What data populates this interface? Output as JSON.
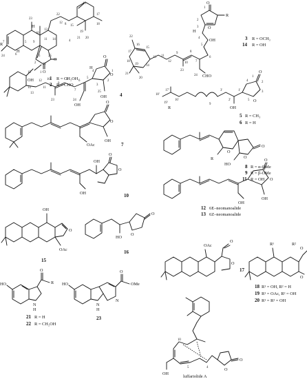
{
  "structures": [
    {
      "key": "s1",
      "number_labels": [
        "23",
        "22",
        "16",
        "17",
        "10",
        "13",
        "12",
        "15",
        "19",
        "18",
        "20",
        "5",
        "9",
        "11",
        "21",
        "14",
        "7",
        "6",
        "25",
        "3",
        "24",
        "2",
        "1",
        "4",
        "8"
      ],
      "atom_labels": [
        "R",
        "H",
        "H",
        "O",
        "O"
      ],
      "captions": [
        {
          "id": "1",
          "sub": "R = CH₂OH"
        },
        {
          "id": "2",
          "sub": "R = CHO"
        }
      ]
    },
    {
      "key": "s3",
      "number_labels": [
        "1",
        "2",
        "3",
        "4",
        "5",
        "16",
        "17",
        "15",
        "14",
        "18",
        "19",
        "13",
        "9",
        "8",
        "7",
        "6",
        "21",
        "20",
        "23",
        "24",
        "11",
        "12",
        "10",
        "22"
      ],
      "atom_labels": [
        "O",
        "O",
        "R",
        "OH",
        "CHO",
        "H"
      ],
      "captions": [
        {
          "id": "3",
          "sub": "R = OCH₃"
        },
        {
          "id": "14",
          "sub": "R = OH"
        }
      ]
    },
    {
      "key": "s4",
      "number_labels": [
        "22",
        "15",
        "14",
        "13",
        "11",
        "10",
        "12",
        "23",
        "8",
        "9",
        "7",
        "6",
        "5",
        "4",
        "1",
        "3",
        "2",
        "24",
        "25"
      ],
      "atom_labels": [
        "OH",
        "OH",
        "OH",
        "O",
        "O",
        "H"
      ],
      "captions": [
        {
          "id": "4",
          "sub": ""
        }
      ]
    },
    {
      "key": "s5",
      "number_labels": [
        "18'",
        "17'",
        "16'",
        "19'",
        "9",
        "3'",
        "2'",
        "1'",
        "4",
        "1",
        "2",
        "3",
        "5"
      ],
      "atom_labels": [
        "R",
        "OH",
        "O",
        "O"
      ],
      "captions": [
        {
          "id": "5",
          "sub": "R = CH₃"
        },
        {
          "id": "6",
          "sub": "R = H"
        }
      ]
    },
    {
      "key": "s7",
      "number_labels": [],
      "atom_labels": [
        "OAc",
        "OH",
        "O",
        "O"
      ],
      "captions": [
        {
          "id": "7",
          "sub": ""
        }
      ]
    },
    {
      "key": "s8",
      "number_labels": [],
      "atom_labels": [
        "R",
        "O",
        "HO",
        "O",
        "O"
      ],
      "captions": [
        {
          "id": "8",
          "sub": "R = α-OMe"
        },
        {
          "id": "9",
          "sub": "R = β-OMe"
        },
        {
          "id": "11",
          "sub": "R = OH"
        }
      ]
    },
    {
      "key": "s10",
      "number_labels": [],
      "atom_labels": [
        "OH",
        "OH",
        "O",
        "O"
      ],
      "captions": [
        {
          "id": "10",
          "sub": ""
        }
      ]
    },
    {
      "key": "s12",
      "number_labels": [],
      "atom_labels": [
        "OH",
        "OH",
        "O",
        "O"
      ],
      "captions": [
        {
          "id": "12",
          "sub": "6E–neomanoalide"
        },
        {
          "id": "13",
          "sub": "6Z–neomanoalide"
        }
      ]
    },
    {
      "key": "s15",
      "number_labels": [],
      "atom_labels": [
        "OH",
        "O",
        "OAc"
      ],
      "captions": [
        {
          "id": "15",
          "sub": ""
        }
      ]
    },
    {
      "key": "s16",
      "number_labels": [],
      "atom_labels": [
        "HO",
        "O",
        "O"
      ],
      "captions": [
        {
          "id": "16",
          "sub": ""
        }
      ]
    },
    {
      "key": "s17",
      "number_labels": [],
      "atom_labels": [
        "OAc",
        "O",
        "O"
      ],
      "captions": [
        {
          "id": "17",
          "sub": ""
        }
      ]
    },
    {
      "key": "s18",
      "number_labels": [],
      "atom_labels": [
        "R¹",
        "R²",
        "O",
        "O"
      ],
      "captions": [
        {
          "id": "18",
          "sub": "R¹ = OH, R² = H"
        },
        {
          "id": "19",
          "sub": "R¹ = OAc, R² = OH"
        },
        {
          "id": "20",
          "sub": "R¹ = R² = OH"
        }
      ]
    },
    {
      "key": "s21",
      "number_labels": [],
      "atom_labels": [
        "HO",
        "O",
        "R",
        "N",
        "H"
      ],
      "captions": [
        {
          "id": "21",
          "sub": "R = H"
        },
        {
          "id": "22",
          "sub": "R = CH₂OH"
        }
      ]
    },
    {
      "key": "s23",
      "number_labels": [],
      "atom_labels": [
        "HO",
        "O",
        "OMe",
        "N",
        "N",
        "H"
      ],
      "captions": [
        {
          "id": "23",
          "sub": ""
        }
      ]
    },
    {
      "key": "sluff",
      "number_labels": [
        "10",
        "5",
        "4"
      ],
      "atom_labels": [
        "OH",
        "O",
        "O"
      ],
      "captions": [
        {
          "id": "",
          "sub": "luffariolide A"
        }
      ]
    }
  ]
}
